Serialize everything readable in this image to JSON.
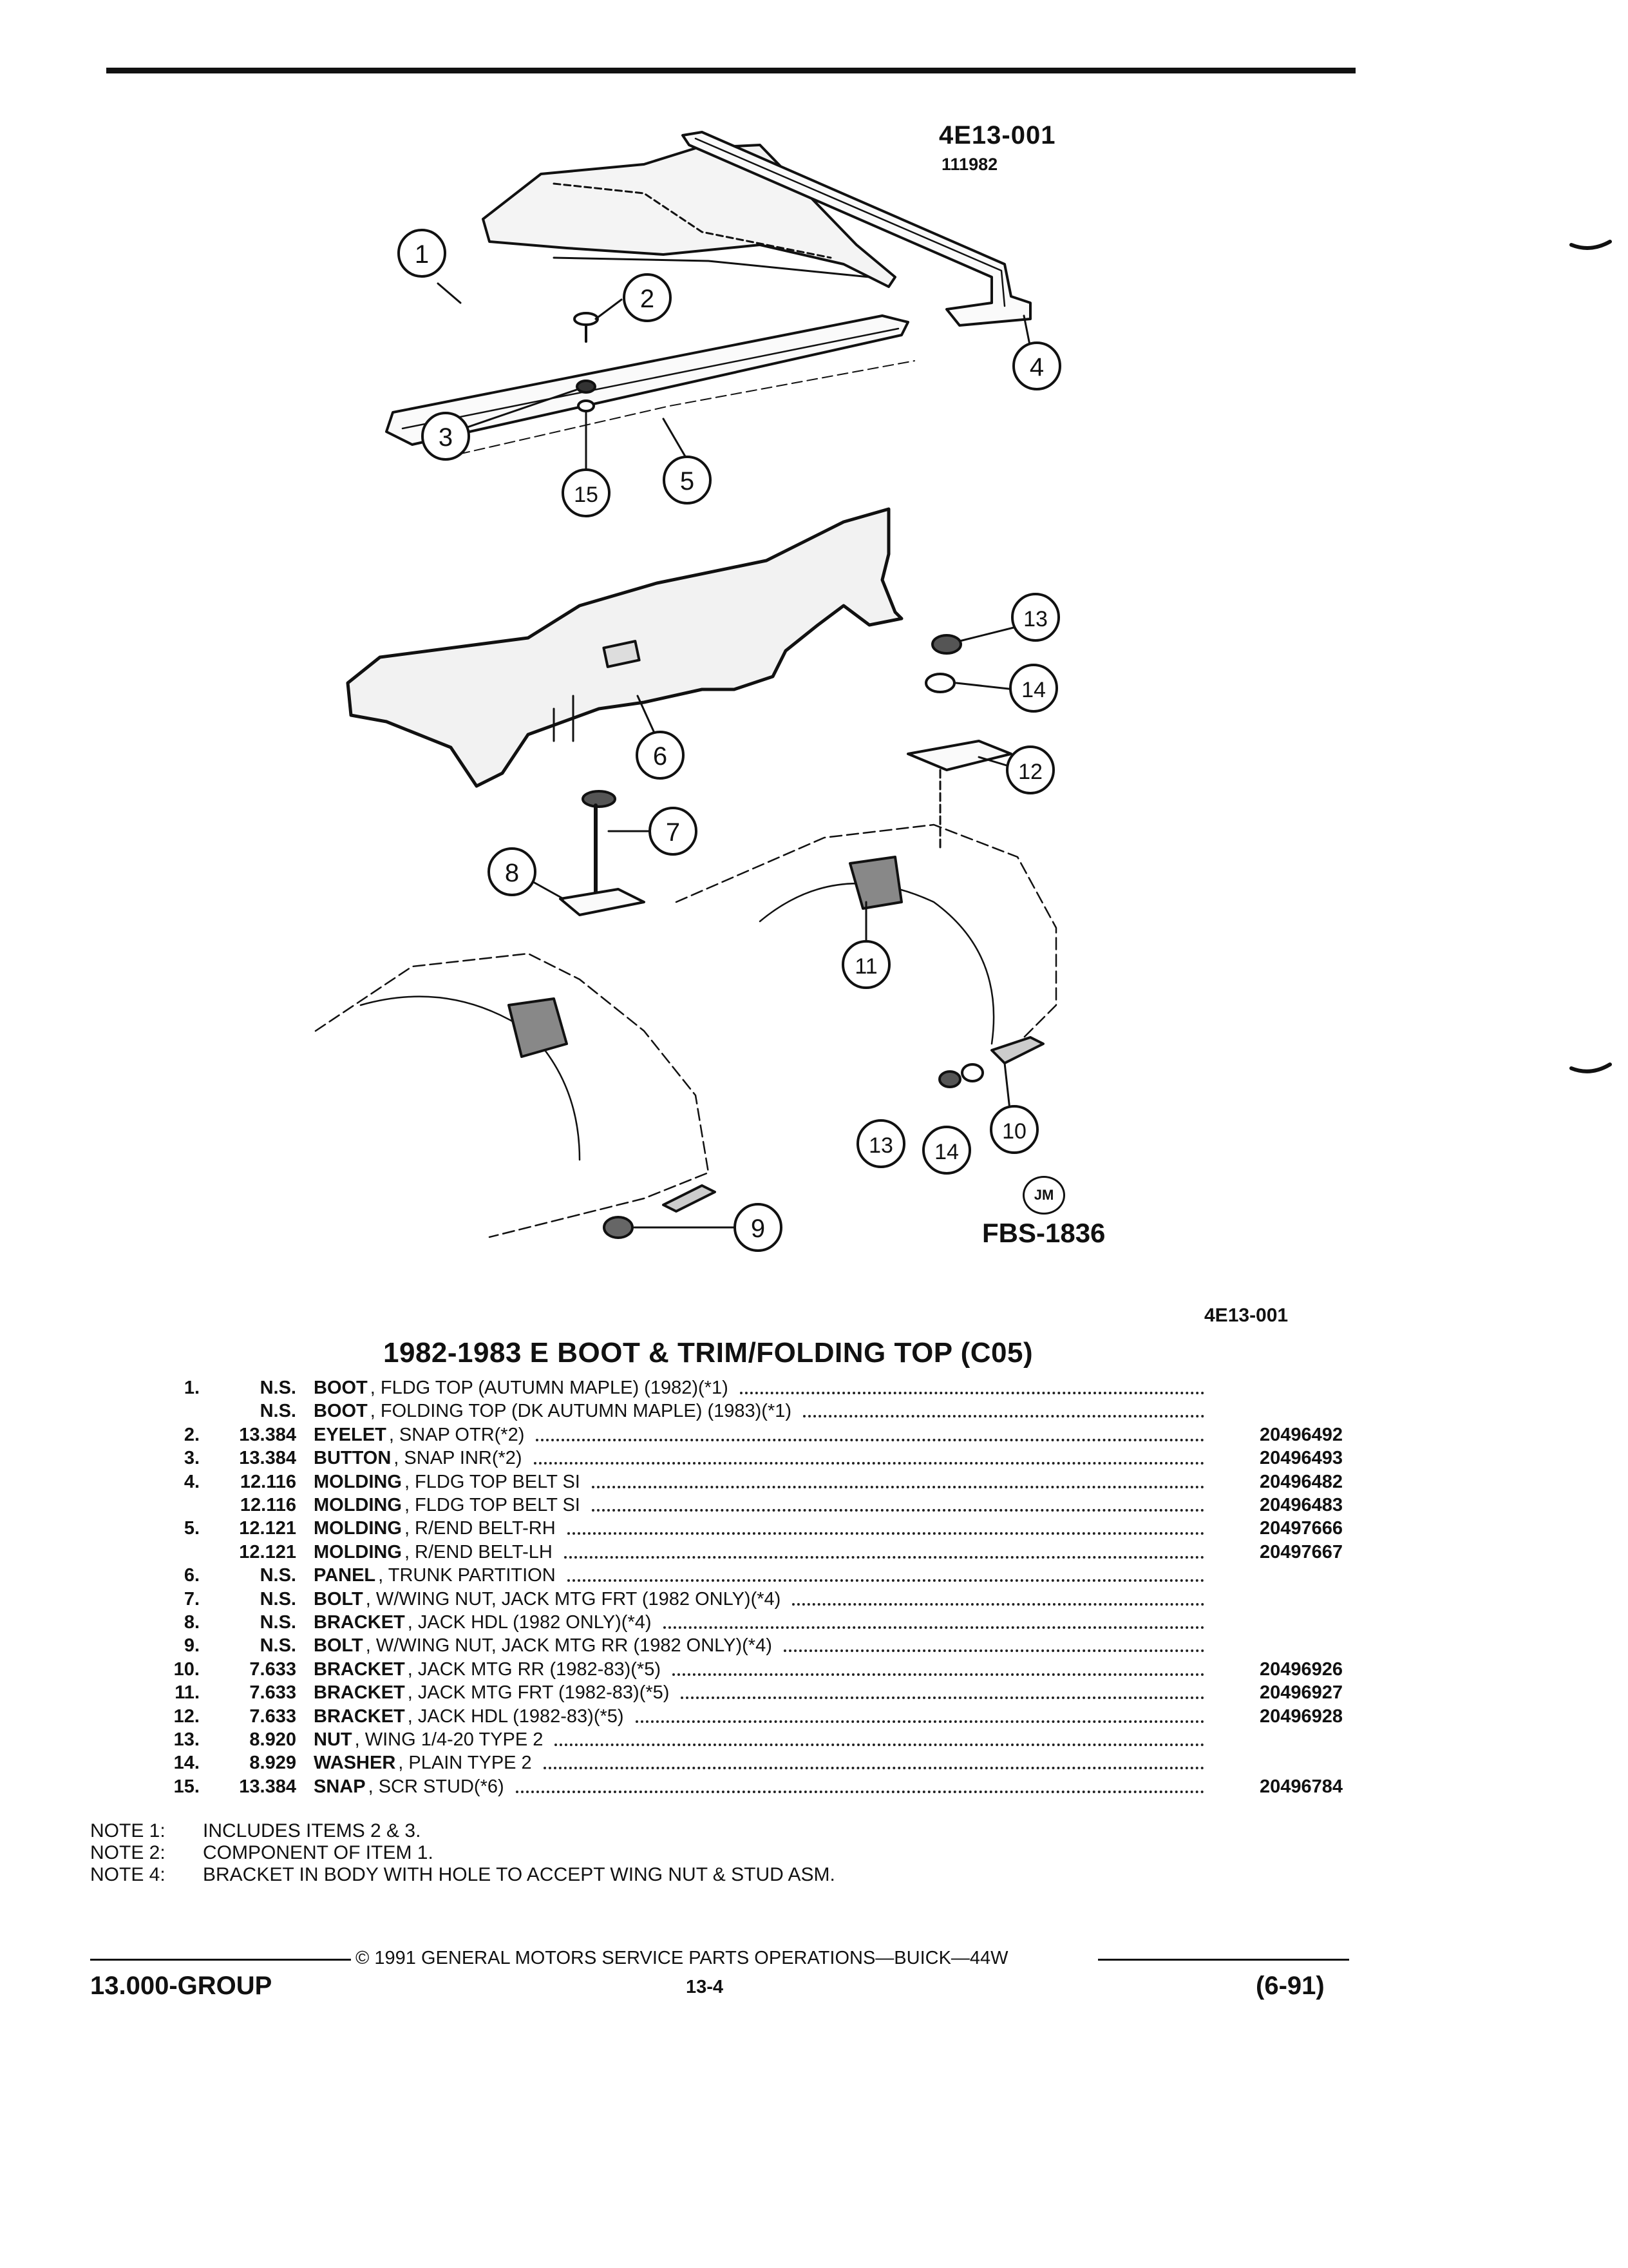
{
  "figure": {
    "code": "4E13-001",
    "date": "111982",
    "reference": "FBS-1836",
    "logo": "JM",
    "callouts": [
      "1",
      "2",
      "3",
      "4",
      "5",
      "15",
      "6",
      "13",
      "14",
      "12",
      "7",
      "8",
      "11",
      "9",
      "13",
      "14",
      "10"
    ]
  },
  "figure_code_below": "4E13-001",
  "section_title": "1982-1983 E BOOT & TRIM/FOLDING TOP (C05)",
  "parts": [
    {
      "item": "1.",
      "catalog": "N.S.",
      "name": "BOOT",
      "desc": ", FLDG TOP (AUTUMN MAPLE) (1982)(*1)",
      "part": ""
    },
    {
      "item": "",
      "catalog": "N.S.",
      "name": "BOOT",
      "desc": ", FOLDING TOP (DK AUTUMN MAPLE) (1983)(*1)",
      "part": ""
    },
    {
      "item": "2.",
      "catalog": "13.384",
      "name": "EYELET",
      "desc": ", SNAP OTR(*2)",
      "part": "20496492"
    },
    {
      "item": "3.",
      "catalog": "13.384",
      "name": "BUTTON",
      "desc": ", SNAP INR(*2)",
      "part": "20496493"
    },
    {
      "item": "4.",
      "catalog": "12.116",
      "name": "MOLDING",
      "desc": ", FLDG TOP BELT SI",
      "part": "20496482"
    },
    {
      "item": "",
      "catalog": "12.116",
      "name": "MOLDING",
      "desc": ", FLDG TOP BELT SI",
      "part": "20496483"
    },
    {
      "item": "5.",
      "catalog": "12.121",
      "name": "MOLDING",
      "desc": ", R/END BELT-RH",
      "part": "20497666"
    },
    {
      "item": "",
      "catalog": "12.121",
      "name": "MOLDING",
      "desc": ", R/END BELT-LH",
      "part": "20497667"
    },
    {
      "item": "6.",
      "catalog": "N.S.",
      "name": "PANEL",
      "desc": ", TRUNK PARTITION",
      "part": ""
    },
    {
      "item": "7.",
      "catalog": "N.S.",
      "name": "BOLT",
      "desc": ", W/WING NUT, JACK MTG FRT (1982 ONLY)(*4)",
      "part": ""
    },
    {
      "item": "8.",
      "catalog": "N.S.",
      "name": "BRACKET",
      "desc": ", JACK HDL (1982 ONLY)(*4)",
      "part": ""
    },
    {
      "item": "9.",
      "catalog": "N.S.",
      "name": "BOLT",
      "desc": ", W/WING NUT, JACK MTG RR (1982 ONLY)(*4)",
      "part": ""
    },
    {
      "item": "10.",
      "catalog": "7.633",
      "name": "BRACKET",
      "desc": ", JACK MTG RR (1982-83)(*5)",
      "part": "20496926"
    },
    {
      "item": "11.",
      "catalog": "7.633",
      "name": "BRACKET",
      "desc": ", JACK MTG FRT (1982-83)(*5)",
      "part": "20496927"
    },
    {
      "item": "12.",
      "catalog": "7.633",
      "name": "BRACKET",
      "desc": ", JACK HDL (1982-83)(*5)",
      "part": "20496928"
    },
    {
      "item": "13.",
      "catalog": "8.920",
      "name": "NUT",
      "desc": ", WING 1/4-20 TYPE 2",
      "part": ""
    },
    {
      "item": "14.",
      "catalog": "8.929",
      "name": "WASHER",
      "desc": ", PLAIN TYPE 2",
      "part": ""
    },
    {
      "item": "15.",
      "catalog": "13.384",
      "name": "SNAP",
      "desc": ", SCR STUD(*6)",
      "part": "20496784"
    }
  ],
  "notes": [
    {
      "label": "NOTE 1:",
      "text": "INCLUDES ITEMS 2 & 3."
    },
    {
      "label": "NOTE 2:",
      "text": "COMPONENT OF ITEM 1."
    },
    {
      "label": "NOTE 4:",
      "text": "BRACKET IN BODY WITH HOLE TO ACCEPT WING NUT & STUD ASM."
    }
  ],
  "footer": {
    "copyright": "© 1991 GENERAL MOTORS SERVICE PARTS OPERATIONS—BUICK—44W",
    "group": "13.000-GROUP",
    "page": "13-4",
    "revision": "(6-91)"
  }
}
